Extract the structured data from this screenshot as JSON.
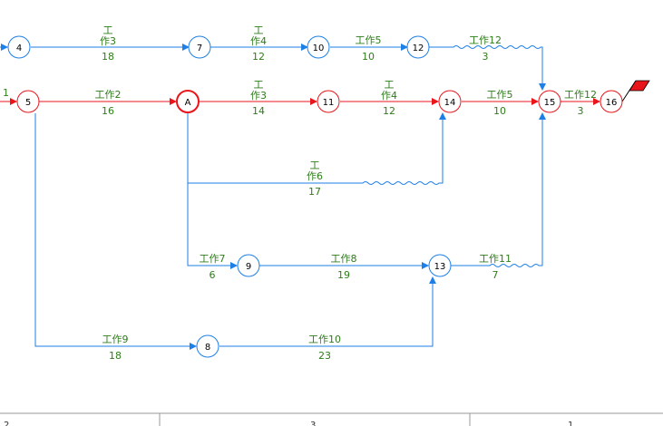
{
  "colors": {
    "critical": "#e8151b",
    "normal": "#1e7fe6",
    "label": "#2e7d1a",
    "node_fill": "#ffffff",
    "flag": "#e8151b"
  },
  "nodes": [
    {
      "id": "n4",
      "label": "4",
      "type": "normal"
    },
    {
      "id": "n7",
      "label": "7",
      "type": "normal"
    },
    {
      "id": "n10",
      "label": "10",
      "type": "normal"
    },
    {
      "id": "n12",
      "label": "12",
      "type": "normal"
    },
    {
      "id": "n5",
      "label": "5",
      "type": "critical"
    },
    {
      "id": "nA",
      "label": "A",
      "type": "critical-bold"
    },
    {
      "id": "n11",
      "label": "11",
      "type": "critical"
    },
    {
      "id": "n14",
      "label": "14",
      "type": "critical"
    },
    {
      "id": "n15",
      "label": "15",
      "type": "critical"
    },
    {
      "id": "n16",
      "label": "16",
      "type": "critical"
    },
    {
      "id": "n9",
      "label": "9",
      "type": "normal"
    },
    {
      "id": "n13",
      "label": "13",
      "type": "normal"
    },
    {
      "id": "n8",
      "label": "8",
      "type": "normal"
    }
  ],
  "edge_labels": [
    {
      "id": "e4-7",
      "name": [
        "工",
        "作3"
      ],
      "duration": "18"
    },
    {
      "id": "e7-10",
      "name": [
        "工",
        "作4"
      ],
      "duration": "12"
    },
    {
      "id": "e10-12",
      "name": [
        "工作5"
      ],
      "duration": "10"
    },
    {
      "id": "e12-15",
      "name": [
        "工作12"
      ],
      "duration": "3"
    },
    {
      "id": "e5-A",
      "name": [
        "工作2"
      ],
      "duration": "16"
    },
    {
      "id": "eA-11",
      "name": [
        "工",
        "作3"
      ],
      "duration": "14"
    },
    {
      "id": "e11-14",
      "name": [
        "工",
        "作4"
      ],
      "duration": "12"
    },
    {
      "id": "e14-15",
      "name": [
        "工作5"
      ],
      "duration": "10"
    },
    {
      "id": "e15-16",
      "name": [
        "工作12"
      ],
      "duration": "3"
    },
    {
      "id": "eA-14",
      "name": [
        "工",
        "作6"
      ],
      "duration": "17"
    },
    {
      "id": "eA-9",
      "name": [
        "工作7"
      ],
      "duration": "6"
    },
    {
      "id": "e9-13",
      "name": [
        "工作8"
      ],
      "duration": "19"
    },
    {
      "id": "e13-15",
      "name": [
        "工作11"
      ],
      "duration": "7"
    },
    {
      "id": "e5-8",
      "name": [
        "工作9"
      ],
      "duration": "18"
    },
    {
      "id": "e8-13",
      "name": [
        "工作10"
      ],
      "duration": "23"
    }
  ],
  "edge_stub_label": "1",
  "ruler_labels": [
    "2",
    "3",
    "1"
  ]
}
